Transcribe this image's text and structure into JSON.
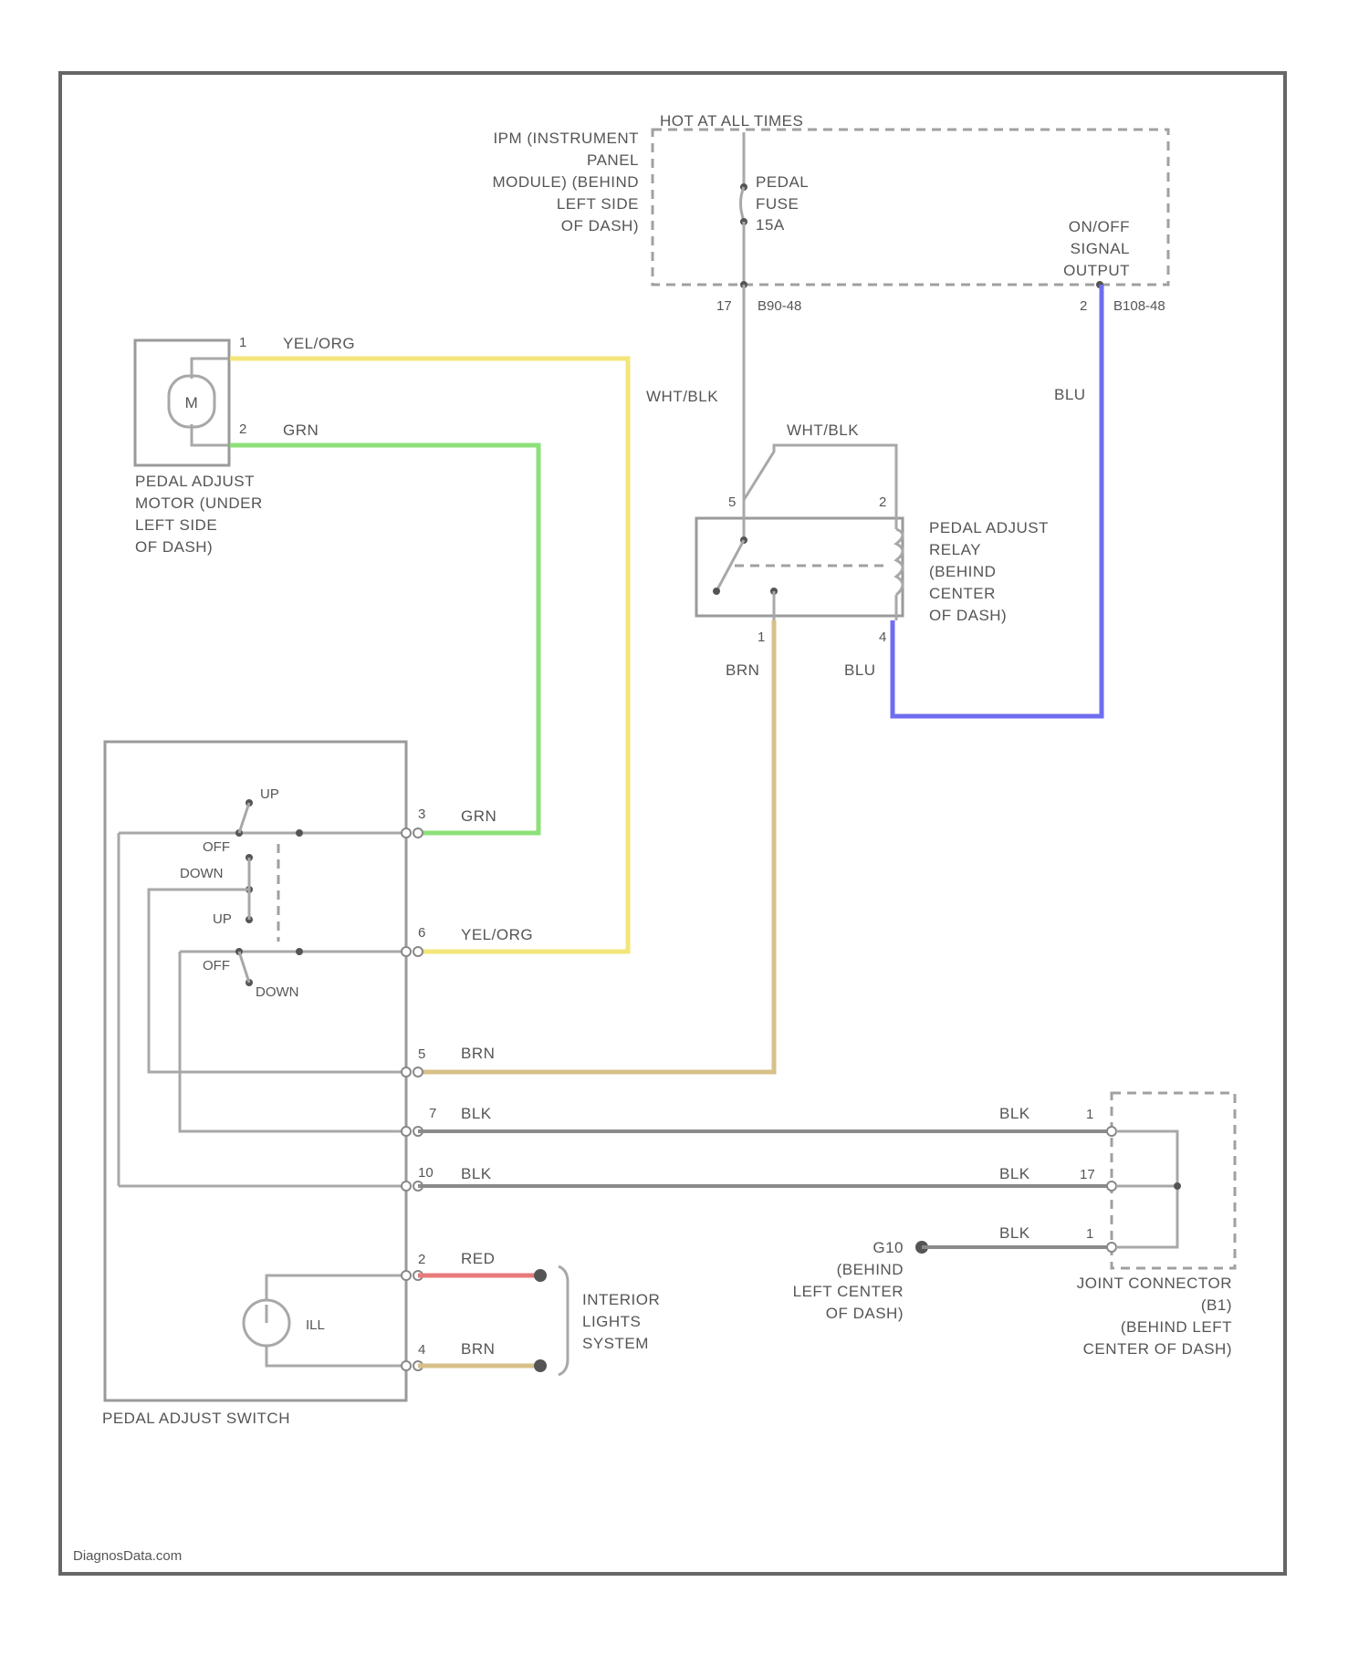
{
  "labels": {
    "hot_at_all_times": "HOT AT ALL TIMES",
    "ipm_module": [
      "IPM (INSTRUMENT",
      "PANEL",
      "MODULE) (BEHIND",
      "LEFT SIDE",
      "OF DASH)"
    ],
    "pedal_fuse": [
      "PEDAL",
      "FUSE",
      "15A"
    ],
    "on_off_signal": [
      "ON/OFF",
      "SIGNAL",
      "OUTPUT"
    ],
    "pedal_motor": [
      "PEDAL ADJUST",
      "MOTOR (UNDER",
      "LEFT SIDE",
      "OF DASH)"
    ],
    "pedal_relay": [
      "PEDAL ADJUST",
      "RELAY",
      "(BEHIND",
      "CENTER",
      "OF DASH)"
    ],
    "interior_lights": [
      "INTERIOR",
      "LIGHTS",
      "SYSTEM"
    ],
    "ground_g": [
      "G10",
      "(BEHIND",
      "LEFT CENTER",
      "OF DASH)"
    ],
    "joint_connector": [
      "JOINT CONNECTOR",
      "(B1)",
      "(BEHIND LEFT",
      "CENTER OF DASH)"
    ],
    "pedal_switch": "PEDAL ADJUST SWITCH",
    "footer": "DiagnosData.com",
    "motor_symbol": "M",
    "lamp_symbol": "ILL"
  },
  "switch_positions": [
    "UP",
    "OFF",
    "DOWN",
    "UP",
    "OFF",
    "DOWN"
  ],
  "connectors": {
    "ipm_pin_a": "17",
    "ipm_conn_a": "B90-48",
    "ipm_pin_b": "2",
    "ipm_conn_b": "B108-48",
    "motor_pin_1": "1",
    "motor_pin_2": "2",
    "relay_pin_5": "5",
    "relay_pin_2": "2",
    "relay_pin_1": "1",
    "relay_pin_4": "4",
    "sw_pin_3": "3",
    "sw_pin_6": "6",
    "sw_pin_5": "5",
    "sw_pin_7": "7",
    "sw_pin_10": "10",
    "sw_pin_2": "2",
    "sw_pin_4": "4",
    "joint_pin_a": "1",
    "joint_pin_b": "17",
    "joint_pin_c": "1"
  },
  "wires": {
    "wht_blk_1": "WHT/BLK",
    "wht_blk_2": "WHT/BLK",
    "blu_1": "BLU",
    "blu_2": "BLU",
    "yel_org_1": "YEL/ORG",
    "yel_org_2": "YEL/ORG",
    "grn_1": "GRN",
    "grn_2": "GRN",
    "brn_1": "BRN",
    "brn_2": "BRN",
    "brn_3": "BRN",
    "blk_1": "BLK",
    "blk_2": "BLK",
    "blk_3": "BLK",
    "blk_4": "BLK",
    "blk_5": "BLK",
    "red": "RED"
  },
  "colors": {
    "yel_org": "#f3e57a",
    "grn": "#8de07a",
    "blu": "#6f6df0",
    "brn": "#d8c089",
    "red": "#e87a7a",
    "blk": "#8a8a8a",
    "wht_blk": "#b0b0b0"
  }
}
